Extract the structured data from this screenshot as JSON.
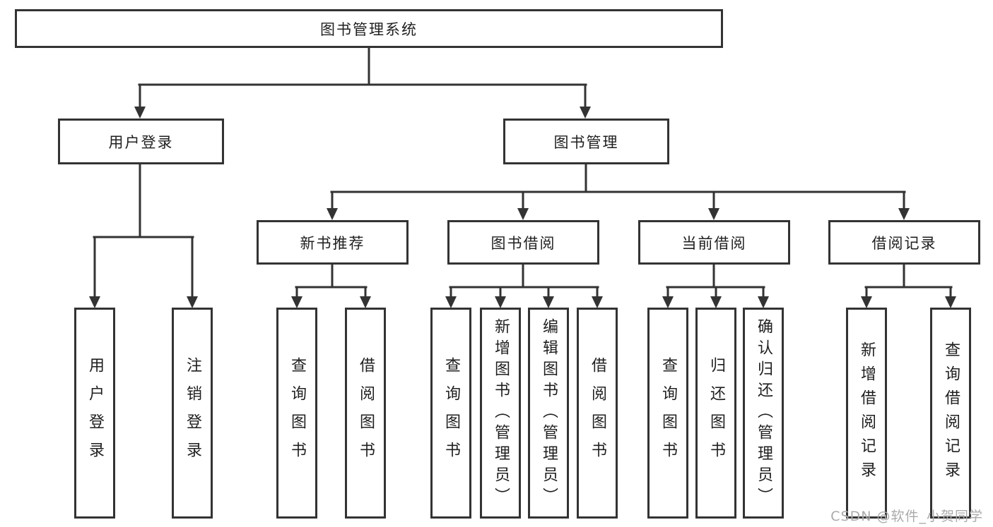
{
  "diagram": {
    "root": {
      "label": "图书管理系统"
    },
    "level2": [
      {
        "label": "用户登录"
      },
      {
        "label": "图书管理"
      }
    ],
    "level3": [
      {
        "label": "新书推荐"
      },
      {
        "label": "图书借阅"
      },
      {
        "label": "当前借阅"
      },
      {
        "label": "借阅记录"
      }
    ],
    "leaves": {
      "login": [
        {
          "label": "用户登录"
        },
        {
          "label": "注销登录"
        }
      ],
      "new_book": [
        {
          "label": "查询图书"
        },
        {
          "label": "借阅图书"
        }
      ],
      "book_borrow": [
        {
          "label": "查询图书"
        },
        {
          "label": "新增图书（管理员）"
        },
        {
          "label": "编辑图书（管理员）"
        },
        {
          "label": "借阅图书"
        }
      ],
      "current_borrow": [
        {
          "label": "查询图书"
        },
        {
          "label": "归还图书"
        },
        {
          "label": "确认归还（管理员）"
        }
      ],
      "borrow_records": [
        {
          "label": "新增借阅记录"
        },
        {
          "label": "查询借阅记录"
        }
      ]
    }
  },
  "watermark": {
    "text": "CSDN @软件_小贺同学"
  },
  "colors": {
    "line": "#333333",
    "text": "#1f1f1f",
    "watermark": "#aaaaaa",
    "background": "#ffffff"
  }
}
